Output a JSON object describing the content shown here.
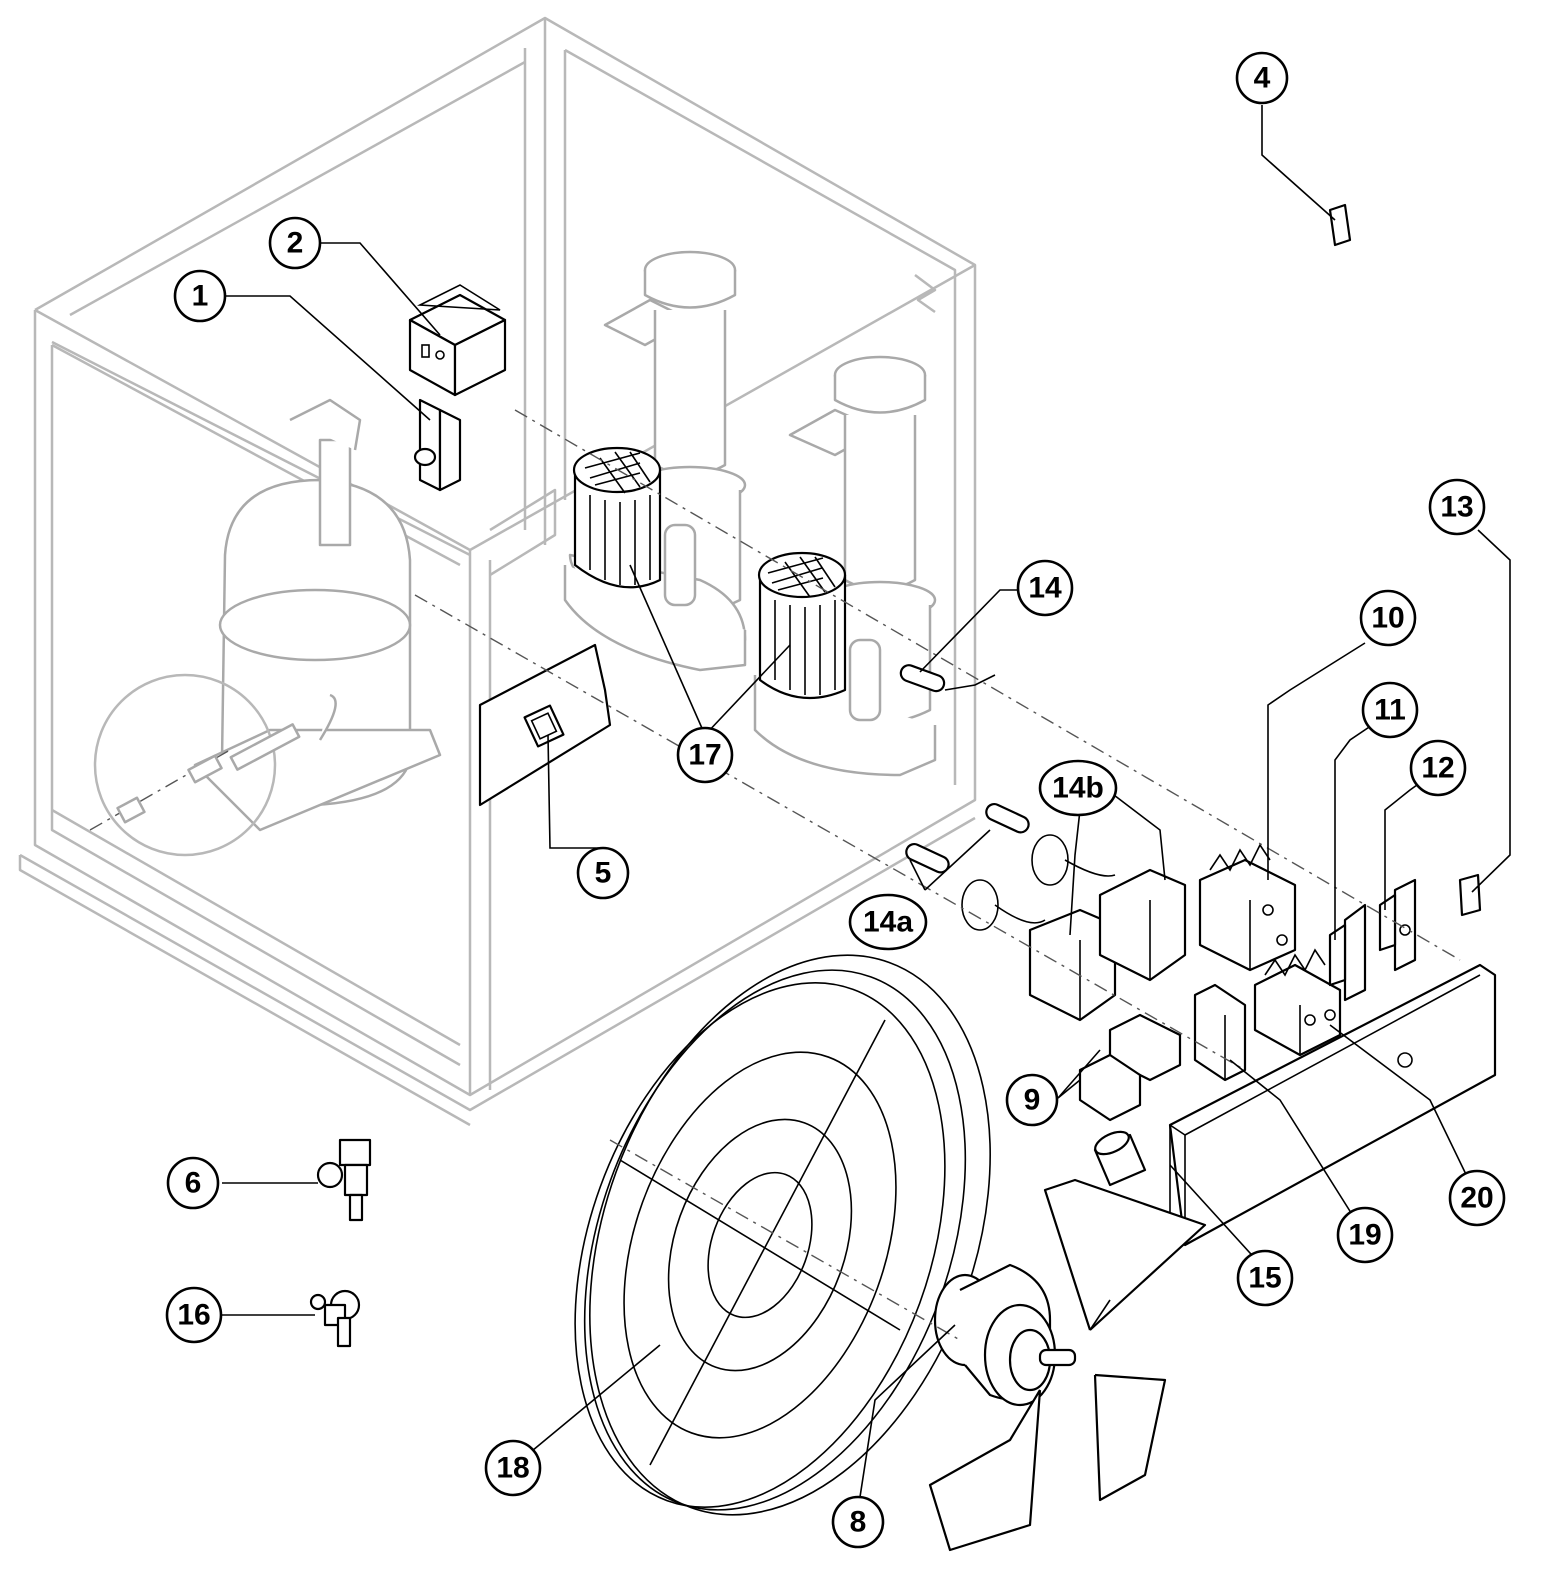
{
  "callouts": {
    "c1": "1",
    "c2": "2",
    "c4": "4",
    "c5": "5",
    "c6": "6",
    "c8": "8",
    "c9": "9",
    "c10": "10",
    "c11": "11",
    "c12": "12",
    "c13": "13",
    "c14": "14",
    "c14a": "14a",
    "c14b": "14b",
    "c15": "15",
    "c16": "16",
    "c17": "17",
    "c18": "18",
    "c19": "19",
    "c20": "20"
  },
  "colors": {
    "frame": "#b8b8b8",
    "parts": "#000000",
    "background": "#ffffff"
  }
}
